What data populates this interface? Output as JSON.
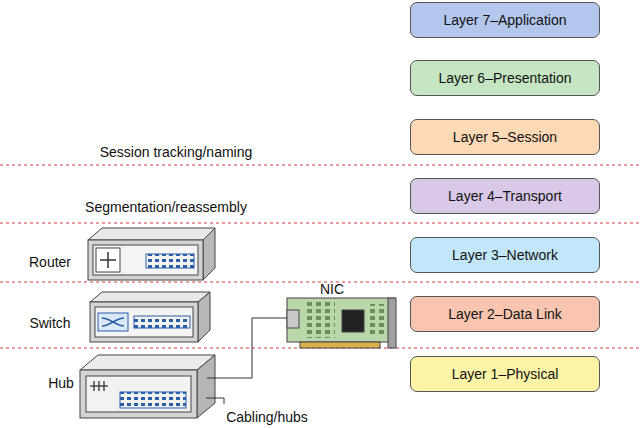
{
  "diagram": {
    "nodes": [
      {
        "text": [
          "Layer 7–Application"
        ]
      },
      {
        "text": [
          "Layer 6–Presentation"
        ]
      },
      {
        "text": [
          "Layer 5–Session"
        ]
      },
      {
        "text": [
          "Layer 4–Transport"
        ]
      },
      {
        "text": [
          "Layer 3–Network"
        ]
      },
      {
        "text": [
          "Layer 2–Data Link"
        ]
      },
      {
        "text": [
          "Layer 1–Physical"
        ]
      }
    ],
    "labels": [
      "Session tracking/naming",
      "Segmentation/reassembly",
      "Router",
      "Switch",
      "Hub",
      "NIC",
      "Cabling/hubs"
    ]
  }
}
